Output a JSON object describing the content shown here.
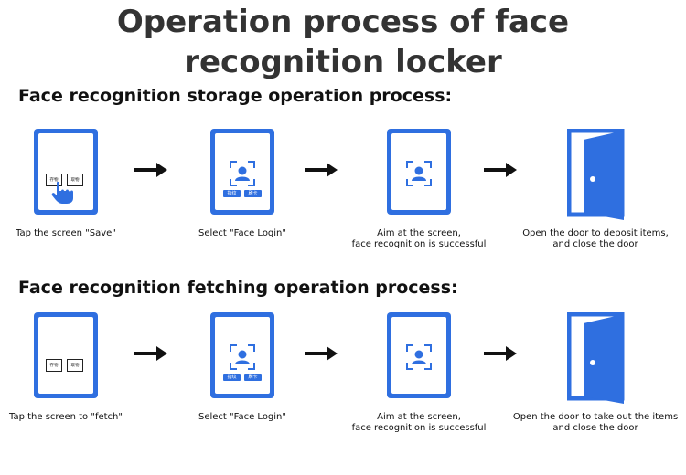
{
  "title": {
    "line1": "Operation process of face",
    "line2": "recognition locker"
  },
  "colors": {
    "device_blue": "#2f6fe0",
    "text_dark": "#111111",
    "title_gray": "#333333"
  },
  "storage": {
    "heading": "Face recognition storage operation process:",
    "steps": [
      {
        "caption": [
          "Tap the screen \"Save\""
        ],
        "icon": "hand-tap-icon",
        "buttons": [
          "存物",
          "取物"
        ]
      },
      {
        "caption": [
          "Select \"Face Login\""
        ],
        "icon": "face-scan-icon",
        "tags": [
          "指纹",
          "刷卡"
        ]
      },
      {
        "caption": [
          "Aim at the screen,",
          "face recognition is successful"
        ],
        "icon": "face-scan-icon"
      },
      {
        "caption": [
          "Open the door to deposit items,",
          "and close the door"
        ],
        "icon": "open-door-icon"
      }
    ]
  },
  "fetching": {
    "heading": "Face recognition fetching operation process:",
    "steps": [
      {
        "caption": [
          "Tap the screen to \"fetch\""
        ],
        "icon": "screen-buttons-icon",
        "buttons": [
          "存物",
          "取物"
        ]
      },
      {
        "caption": [
          "Select \"Face Login\""
        ],
        "icon": "face-scan-icon",
        "tags": [
          "指纹",
          "刷卡"
        ]
      },
      {
        "caption": [
          "Aim at the screen,",
          "face recognition is successful"
        ],
        "icon": "face-scan-icon"
      },
      {
        "caption": [
          "Open the door to take out the items",
          "and close the door"
        ],
        "icon": "open-door-icon"
      }
    ]
  }
}
